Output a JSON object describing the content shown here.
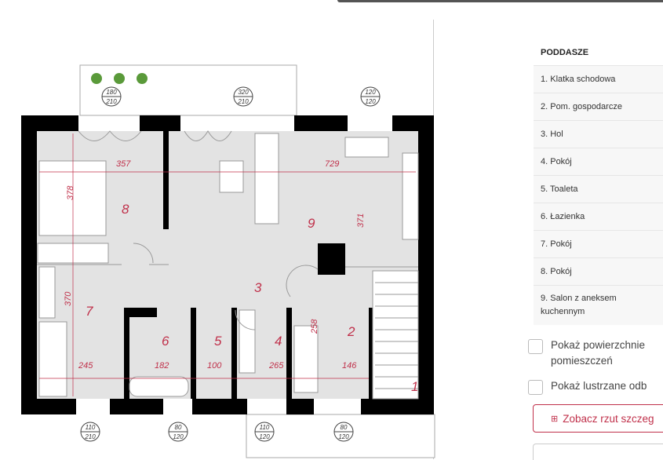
{
  "floor_plan": {
    "rooms": [
      "1",
      "2",
      "3",
      "4",
      "5",
      "6",
      "7",
      "8",
      "9"
    ],
    "dimensions": {
      "d357": "357",
      "d378": "378",
      "d729": "729",
      "d371": "371",
      "d370": "370",
      "d245": "245",
      "d182": "182",
      "d100": "100",
      "d265": "265",
      "d258": "258",
      "d146": "146"
    },
    "windows": [
      {
        "w": "180",
        "h": "210"
      },
      {
        "w": "320",
        "h": "210"
      },
      {
        "w": "120",
        "h": "120"
      },
      {
        "w": "110",
        "h": "210"
      },
      {
        "w": "80",
        "h": "120"
      },
      {
        "w": "110",
        "h": "120"
      },
      {
        "w": "80",
        "h": "120"
      }
    ],
    "accent_color": "#c0304a"
  },
  "panel": {
    "heading": "PODDASZE",
    "rooms": [
      "1. Klatka schodowa",
      "2. Pom. gospodarcze",
      "3. Hol",
      "4. Pokój",
      "5. Toaleta",
      "6. Łazienka",
      "7. Pokój",
      "8. Pokój",
      "9. Salon z aneksem kuchennym"
    ],
    "show_areas_label": "Pokaż powierzchnie pomieszczeń",
    "show_mirror_label": "Pokaż lustrzane odb",
    "detail_button": "Zobacz rzut szczeg"
  }
}
